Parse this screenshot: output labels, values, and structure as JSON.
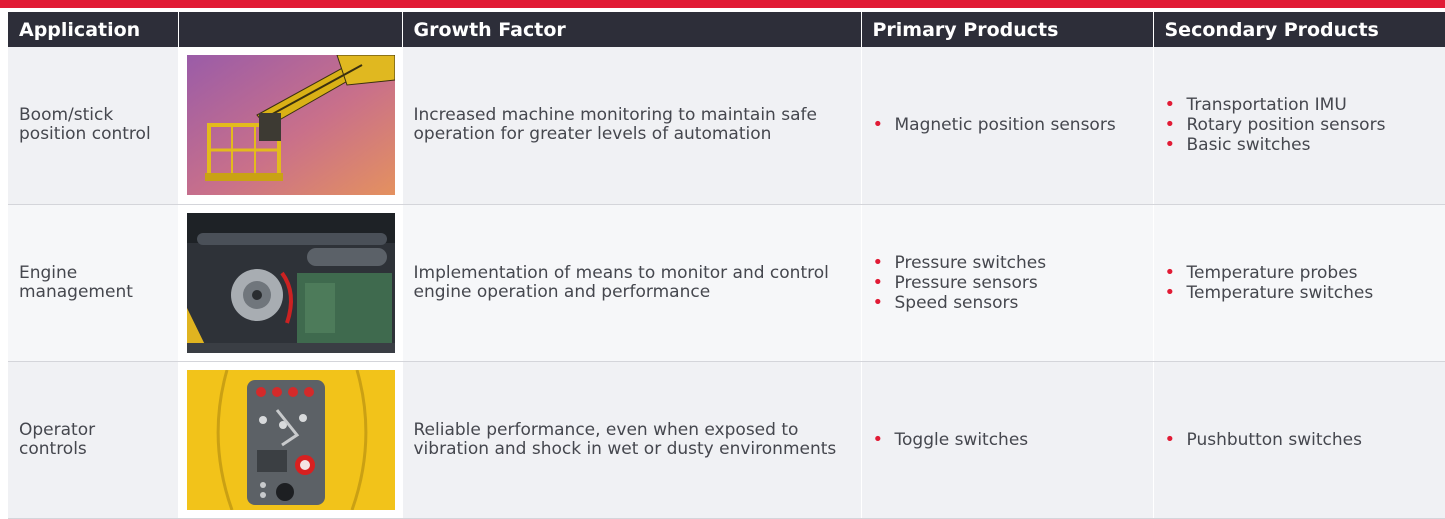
{
  "colors": {
    "accent": "#e11b35",
    "header_bg": "#2d2e39",
    "text": "#45474e"
  },
  "headers": {
    "application": "Application",
    "image": "",
    "growth_factor": "Growth Factor",
    "primary": "Primary Products",
    "secondary": "Secondary Products"
  },
  "rows": [
    {
      "application": "Boom/stick position control",
      "image_icon": "boom-lift-photo",
      "growth_factor": "Increased machine monitoring to maintain safe operation for greater levels of automation",
      "primary": [
        "Magnetic position sensors"
      ],
      "secondary": [
        "Transportation IMU",
        "Rotary position sensors",
        "Basic switches"
      ]
    },
    {
      "application": "Engine management",
      "image_icon": "engine-photo",
      "growth_factor": "Implementation of means to monitor and control engine operation and performance",
      "primary": [
        "Pressure switches",
        "Pressure sensors",
        "Speed sensors"
      ],
      "secondary": [
        "Temperature probes",
        "Temperature switches"
      ]
    },
    {
      "application": "Operator controls",
      "image_icon": "control-panel-photo",
      "growth_factor": "Reliable performance, even when exposed to vibration and shock in wet or dusty environments",
      "primary": [
        "Toggle switches"
      ],
      "secondary": [
        "Pushbutton switches"
      ]
    }
  ]
}
